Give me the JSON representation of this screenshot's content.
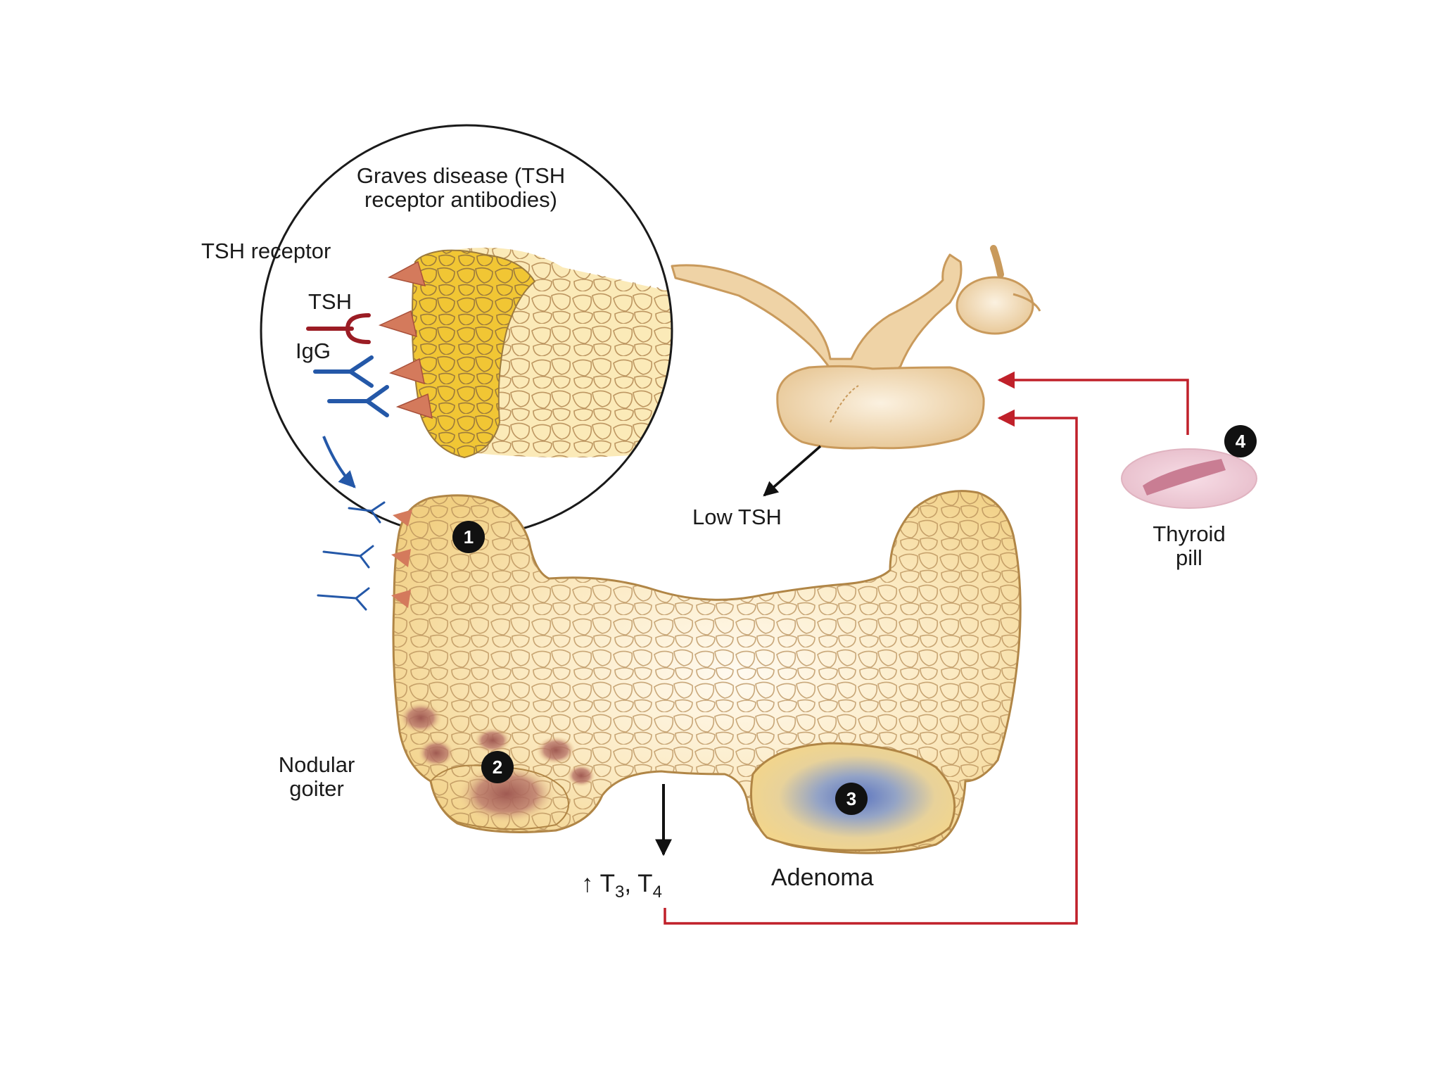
{
  "labels": {
    "graves_line1": "Graves disease (TSH",
    "graves_line2": "receptor antibodies)",
    "tsh_receptor": "TSH receptor",
    "tsh": "TSH",
    "igg": "IgG",
    "low_tsh": "Low TSH",
    "thyroid_pill_line1": "Thyroid",
    "thyroid_pill_line2": "pill",
    "nodular_goiter_line1": "Nodular",
    "nodular_goiter_line2": "goiter",
    "adenoma": "Adenoma",
    "t3_t4_prefix": "↑",
    "t3_base": "T",
    "t3_sub": "3",
    "t4_sep": ", ",
    "t4_base": "T",
    "t4_sub": "4"
  },
  "badges": [
    "1",
    "2",
    "3",
    "4"
  ],
  "colors": {
    "feedback_arrow": "#c0202a",
    "igg": "#2458a8",
    "tsh": "#9b1c24",
    "receptor": "#d47a5c",
    "thyroid_fill": "#f6dfa2",
    "thyroid_outline": "#b08545",
    "inset_tissue": "#f1c634",
    "adenoma": "#6e86c4",
    "nodule": "#a6645a"
  }
}
